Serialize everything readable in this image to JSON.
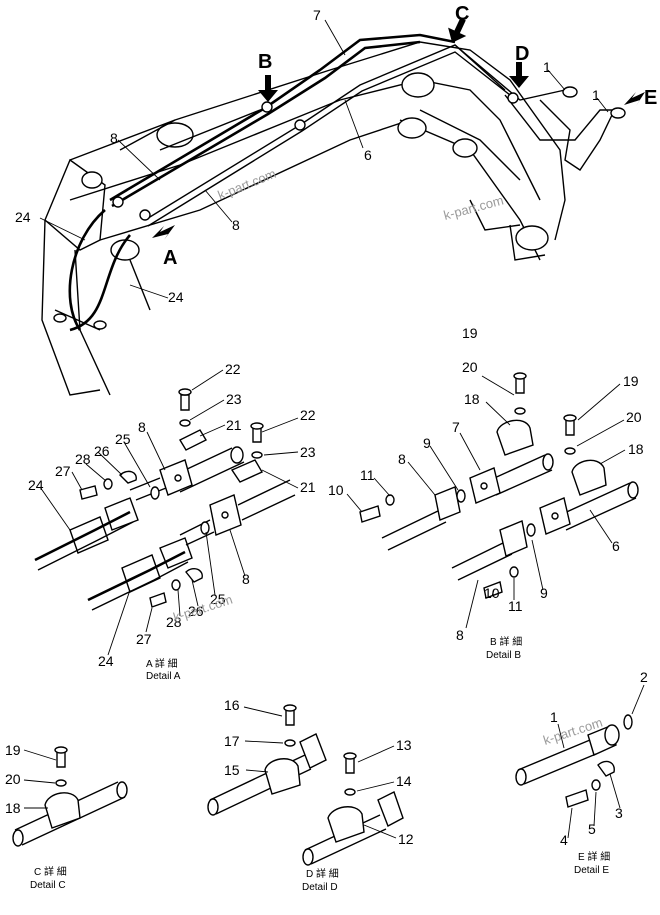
{
  "watermark": "k-part.com",
  "view_letters": [
    "A",
    "B",
    "C",
    "D",
    "E"
  ],
  "main_view_numbers": [
    "7",
    "8",
    "8",
    "6",
    "24",
    "24",
    "1",
    "1"
  ],
  "detail_a": {
    "cap1": "A 詳 細",
    "cap2": "Detail A",
    "numbers": [
      "22",
      "23",
      "21",
      "22",
      "23",
      "21",
      "8",
      "25",
      "26",
      "28",
      "27",
      "24",
      "25",
      "8",
      "28",
      "26",
      "27",
      "24"
    ]
  },
  "detail_b": {
    "cap1": "B 詳 細",
    "cap2": "Detail B",
    "numbers": [
      "19",
      "20",
      "18",
      "19",
      "20",
      "18",
      "7",
      "9",
      "8",
      "11",
      "10",
      "6",
      "9",
      "11",
      "10",
      "8"
    ]
  },
  "detail_c": {
    "cap1": "C 詳 細",
    "cap2": "Detail C",
    "numbers": [
      "19",
      "20",
      "18"
    ]
  },
  "detail_d": {
    "cap1": "D 詳 細",
    "cap2": "Detail D",
    "numbers": [
      "16",
      "17",
      "15",
      "13",
      "14",
      "12"
    ]
  },
  "detail_e": {
    "cap1": "E 詳 細",
    "cap2": "Detail E",
    "numbers": [
      "2",
      "1",
      "3",
      "4",
      "5"
    ]
  }
}
